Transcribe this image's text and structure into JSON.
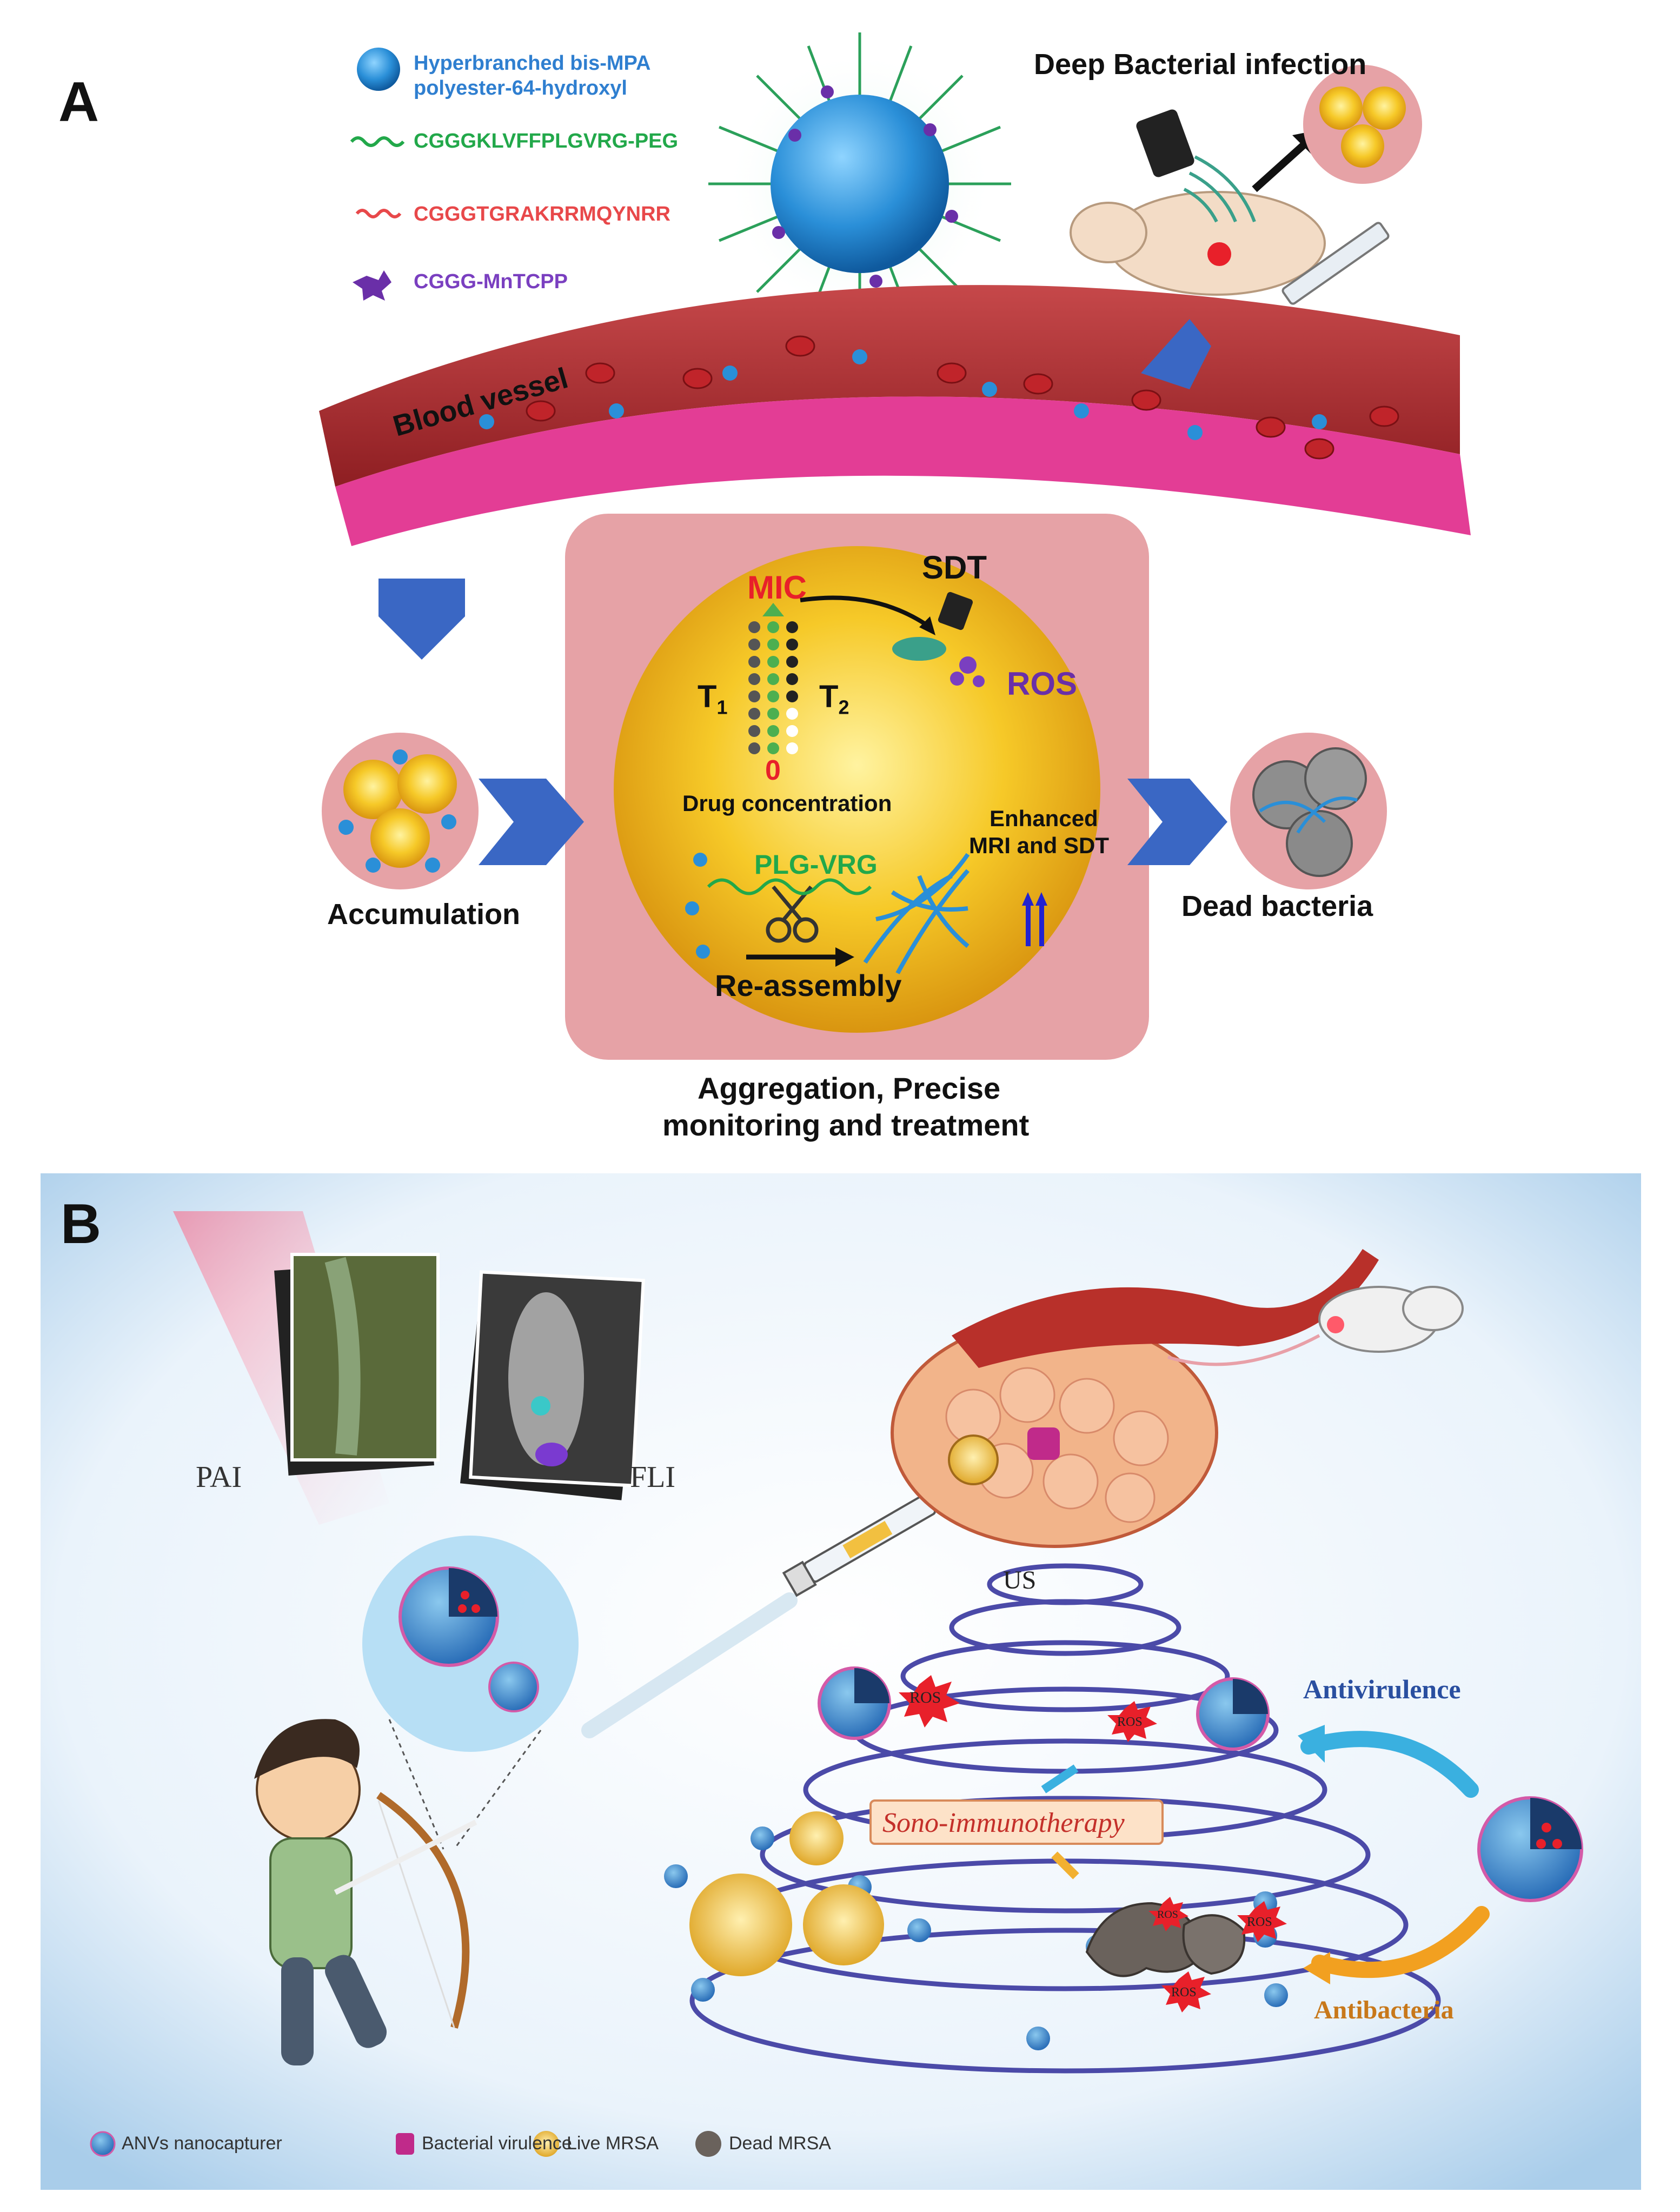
{
  "panel_a": {
    "letter": "A",
    "legend": {
      "item1_line1": "Hyperbranched bis-MPA",
      "item1_line2": "polyester-64-hydroxyl",
      "item2": "CGGGKLVFFPLGVRG-PEG",
      "item3": "CGGGTGRAKRRMQYNRR",
      "item4": "CGGG-MnTCPP"
    },
    "deep_infection": "Deep Bacterial infection",
    "blood_vessel": "Blood vessel",
    "mic": "MIC",
    "sdt": "SDT",
    "ros": "ROS",
    "t1": "T",
    "t1_sub": "1",
    "t2": "T",
    "t2_sub": "2",
    "zero": "0",
    "drug_concentration": "Drug concentration",
    "enhanced_line1": "Enhanced",
    "enhanced_line2": "MRI and SDT",
    "plg_vrg": "PLG-VRG",
    "reassembly": "Re-assembly",
    "accumulation": "Accumulation",
    "dead_bacteria": "Dead bacteria",
    "caption_line1": "Aggregation, Precise",
    "caption_line2": "monitoring and treatment",
    "colors": {
      "legend_blue": "#2f7fd0",
      "legend_green": "#22a84a",
      "legend_red": "#e8484a",
      "legend_purple": "#7a3fc0",
      "vessel": "#a8262a",
      "pink_cells": "#e0288a",
      "box_pink": "#e6a2a6",
      "arrow_blue": "#3a67c4"
    }
  },
  "panel_b": {
    "letter": "B",
    "pai": "PAI",
    "fli": "FLI",
    "us": "US",
    "ros_labels": [
      "ROS",
      "ROS",
      "ROS",
      "ROS",
      "ROS"
    ],
    "sono": "Sono-immunotherapy",
    "antivirulence": "Antivirulence",
    "antibacteria": "Antibacteria",
    "legend": [
      "ANVs nanocapturer",
      "Bacterial virulence",
      "Live MRSA",
      "Dead MRSA"
    ],
    "colors": {
      "background": "#d9e9f7",
      "spiral": "#4b4aa8",
      "antivirulence": "#2a4fa0",
      "antibacteria": "#c8781a",
      "sono": "#c4302a"
    }
  }
}
